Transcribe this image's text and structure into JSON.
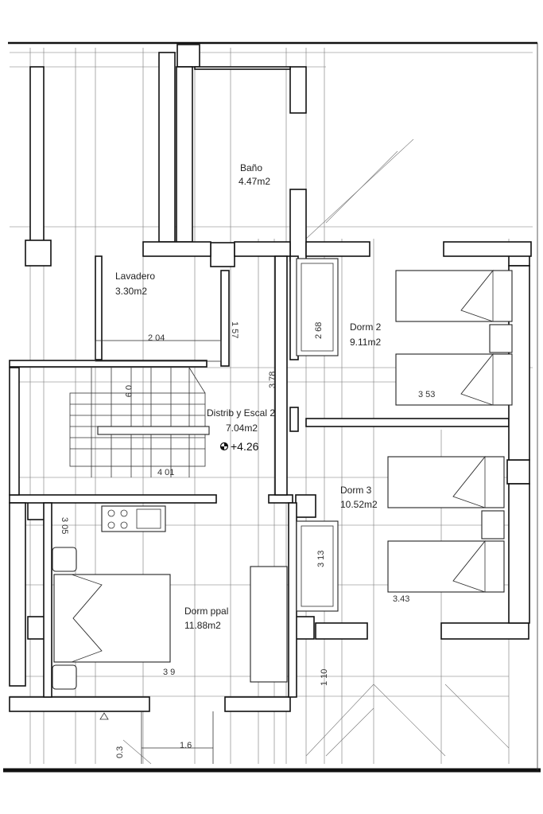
{
  "rooms": {
    "bano": {
      "name": "Baño",
      "area": "4.47m2"
    },
    "lavadero": {
      "name": "Lavadero",
      "area": "3.30m2"
    },
    "dorm2": {
      "name": "Dorm 2",
      "area": "9.11m2"
    },
    "distrib": {
      "name": "Distrib y Escal 2",
      "area": "7.04m2"
    },
    "dorm3": {
      "name": "Dorm 3",
      "area": "10.52m2"
    },
    "dormppal": {
      "name": "Dorm ppal",
      "area": "11.88m2"
    }
  },
  "level": {
    "value": "+4.26"
  },
  "dimensions": {
    "lavadero_w": "2 04",
    "lavadero_h": "1 57",
    "dorm2_closet": "2 68",
    "distrib_h": "3 78",
    "dorm2_w": "3 53",
    "stair_step": "0 9",
    "stair_w": "4 01",
    "dormppal_side": "3 05",
    "dorm3_closet": "3 13",
    "dorm3_w": "3.43",
    "dormppal_w": "3 9",
    "corridor_h": "1 10",
    "entry_w": "1.6",
    "entry_h": "0.3"
  },
  "colors": {
    "ink": "#111111",
    "paper": "#ffffff"
  }
}
